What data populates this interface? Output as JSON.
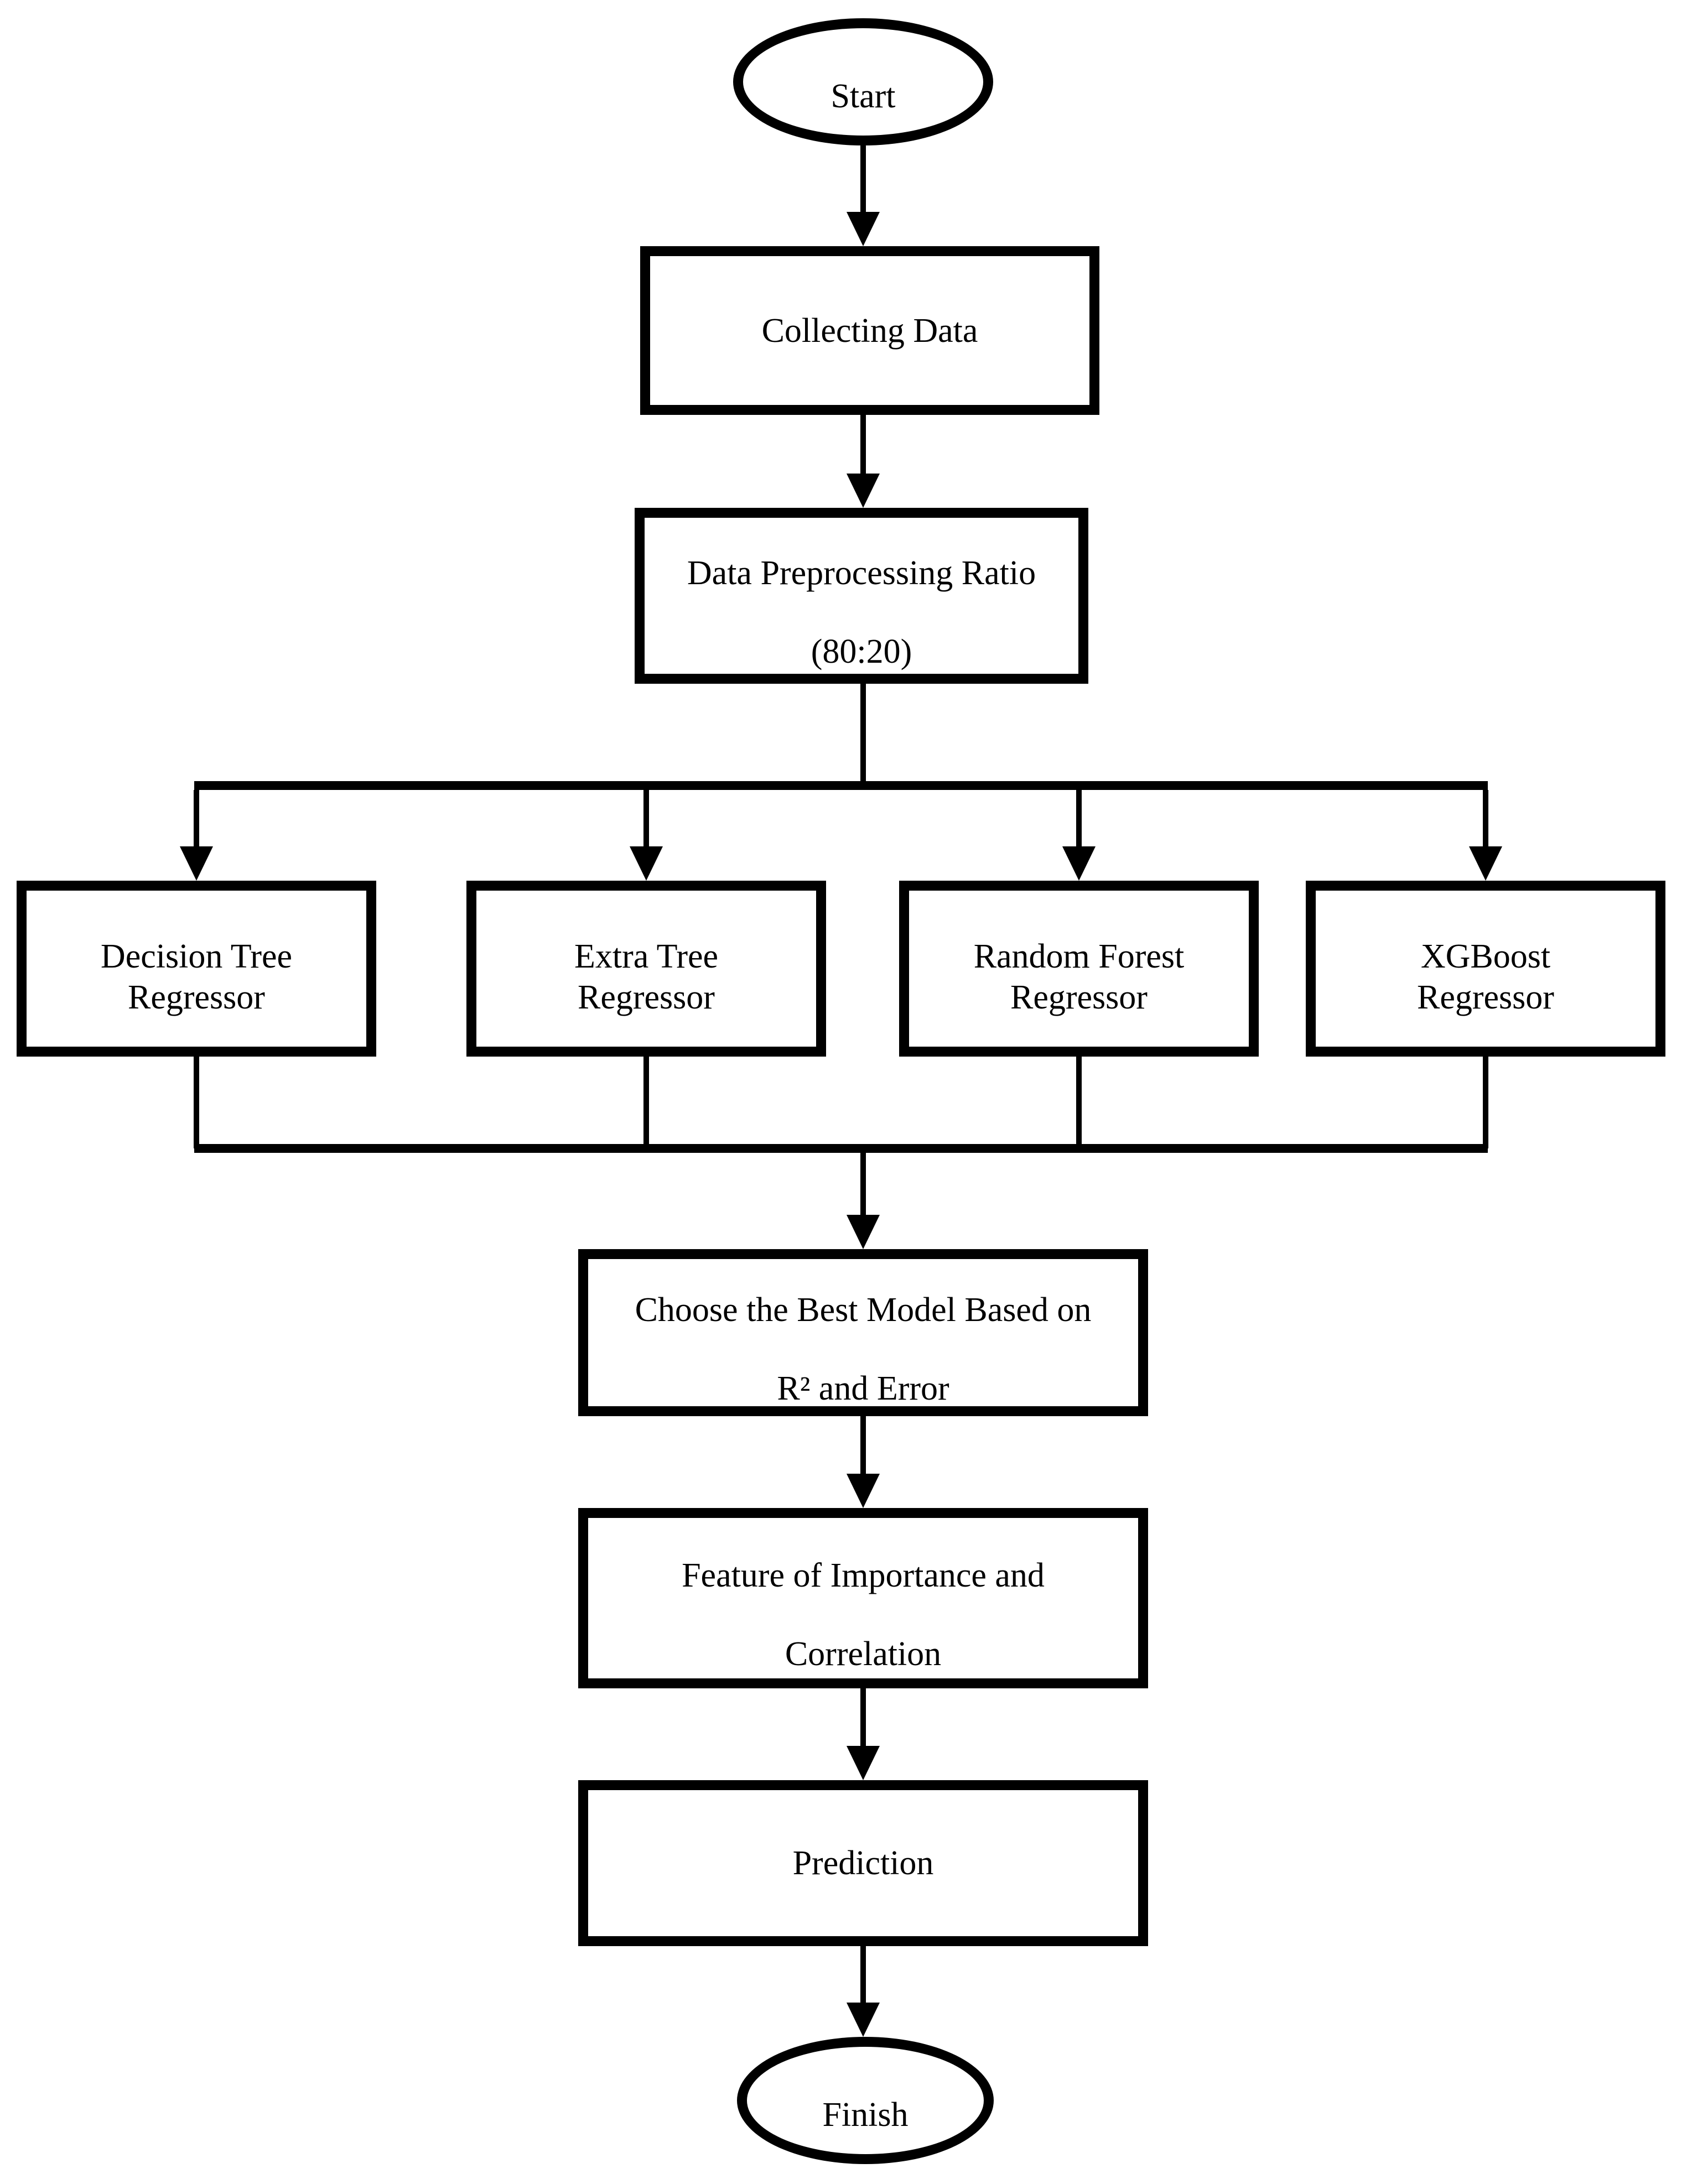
{
  "diagram": {
    "type": "flowchart",
    "colors": {
      "stroke": "#000000",
      "background": "#ffffff"
    },
    "nodes": {
      "start": {
        "shape": "ellipse",
        "label": "Start"
      },
      "collecting_data": {
        "shape": "rect",
        "label": "Collecting Data"
      },
      "data_preprocessing": {
        "shape": "rect",
        "line1": "Data Preprocessing Ratio",
        "line2": "(80:20)"
      },
      "decision_tree": {
        "shape": "rect",
        "line1": "Decision Tree",
        "line2": "Regressor"
      },
      "extra_tree": {
        "shape": "rect",
        "line1": "Extra Tree",
        "line2": "Regressor"
      },
      "random_forest": {
        "shape": "rect",
        "line1": "Random Forest",
        "line2": "Regressor"
      },
      "xgboost": {
        "shape": "rect",
        "line1": "XGBoost",
        "line2": "Regressor"
      },
      "choose_best": {
        "shape": "rect",
        "line1": "Choose the Best Model Based on",
        "line2": "R² and Error"
      },
      "feature_importance": {
        "shape": "rect",
        "line1": "Feature of Importance and",
        "line2": "Correlation"
      },
      "prediction": {
        "shape": "rect",
        "label": "Prediction"
      },
      "finish": {
        "shape": "ellipse",
        "label": "Finish"
      }
    },
    "edges": [
      {
        "from": "start",
        "to": "collecting_data"
      },
      {
        "from": "collecting_data",
        "to": "data_preprocessing"
      },
      {
        "from": "data_preprocessing",
        "to": "decision_tree"
      },
      {
        "from": "data_preprocessing",
        "to": "extra_tree"
      },
      {
        "from": "data_preprocessing",
        "to": "random_forest"
      },
      {
        "from": "data_preprocessing",
        "to": "xgboost"
      },
      {
        "from": "decision_tree",
        "to": "choose_best"
      },
      {
        "from": "extra_tree",
        "to": "choose_best"
      },
      {
        "from": "random_forest",
        "to": "choose_best"
      },
      {
        "from": "xgboost",
        "to": "choose_best"
      },
      {
        "from": "choose_best",
        "to": "feature_importance"
      },
      {
        "from": "feature_importance",
        "to": "prediction"
      },
      {
        "from": "prediction",
        "to": "finish"
      }
    ]
  }
}
